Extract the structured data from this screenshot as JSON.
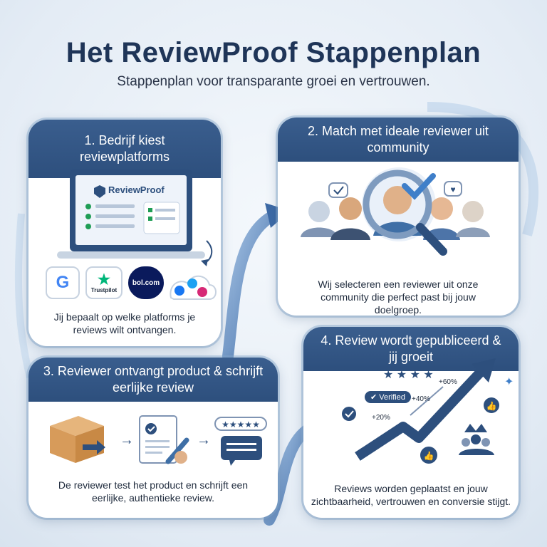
{
  "title": "Het ReviewProof Stappenplan",
  "subtitle": "Stappenplan voor transparante groei en vertrouwen.",
  "colors": {
    "navy": "#2d4f7d",
    "accent": "#3f7fc9",
    "green": "#1f9d55"
  },
  "steps": [
    {
      "title": "1. Bedrijf kiest reviewplatforms",
      "text": "Jij bepaalt op welke platforms je reviews wilt ontvangen.",
      "app_name": "ReviewProof",
      "platforms": [
        "Trustpilot",
        "bol.com"
      ]
    },
    {
      "title": "2. Match met ideale reviewer uit community",
      "text": "Wij selecteren een reviewer uit onze community die perfect past bij jouw doelgroep."
    },
    {
      "title": "3. Reviewer ontvangt product & schrijft eerlijke review",
      "text": "De reviewer test het product en schrijft een eerlijke, authentieke review."
    },
    {
      "title": "4. Review wordt gepubliceerd & jij groeit",
      "text": "Reviews worden geplaatst en jouw zichtbaarheid, vertrouwen en conversie stijgt.",
      "verified_label": "Verified",
      "growth_labels": [
        "+20%",
        "+40%",
        "+60%"
      ]
    }
  ]
}
